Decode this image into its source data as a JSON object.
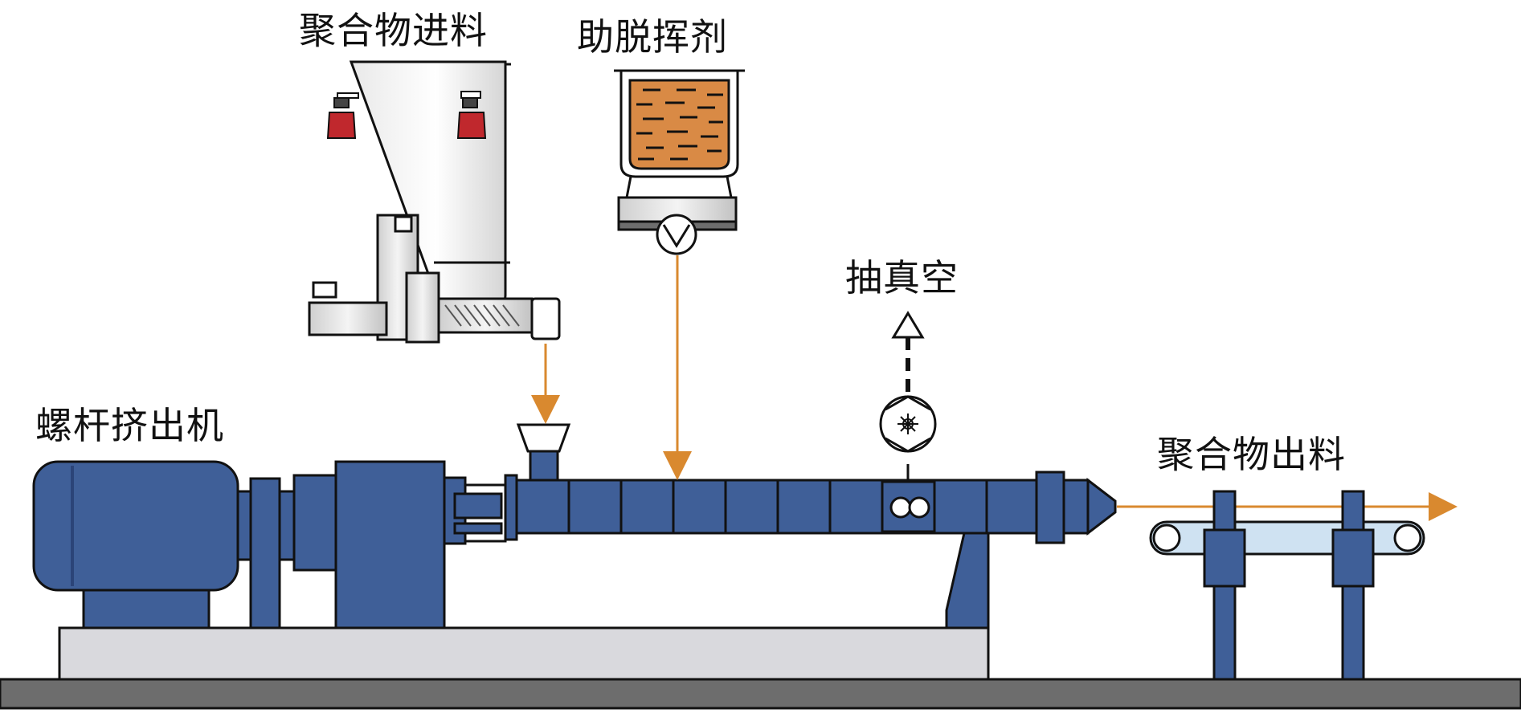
{
  "labels": {
    "polymer_feed": "聚合物进料",
    "devolatilizer": "助脱挥剂",
    "vacuum": "抽真空",
    "extruder": "螺杆挤出机",
    "polymer_output": "聚合物出料"
  },
  "colors": {
    "machine_blue": "#3f5f98",
    "outline": "#111111",
    "flow_arrow": "#d9892f",
    "liquid": "#d98a45",
    "base": "#d9d9dd",
    "floor": "#6d6d6d",
    "valve_red": "#c0282d",
    "belt": "#cfe2f2"
  },
  "icons": [
    "hopper-icon",
    "tank-icon",
    "pump-icon",
    "vacuum-pump-icon",
    "motor-icon",
    "conveyor-icon"
  ]
}
